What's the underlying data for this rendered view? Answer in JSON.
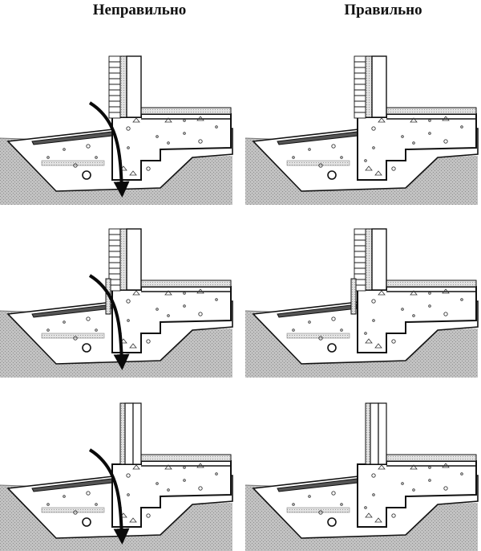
{
  "headings": {
    "wrong": "Неправильно",
    "right": "Правильно"
  },
  "columns": [
    {
      "key": "wrong",
      "has_arrow": true
    },
    {
      "key": "right",
      "has_arrow": false
    }
  ],
  "rows": [
    {
      "variant": "brick-wall"
    },
    {
      "variant": "brick-wall-with-cladding"
    },
    {
      "variant": "framed-wall"
    }
  ],
  "colors": {
    "ink": "#111111",
    "soil": "#b8b8b8",
    "concrete": "#ffffff",
    "insulation": "#d6d6d6",
    "arrow": "#0a0a0a"
  }
}
